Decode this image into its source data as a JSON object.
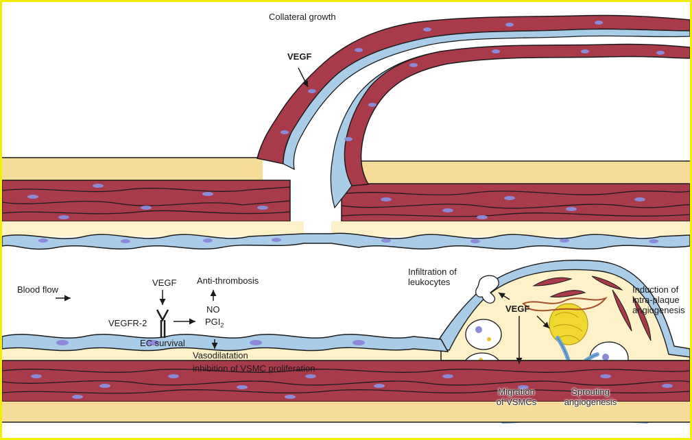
{
  "labels": {
    "collateral_growth": "Collateral growth",
    "vegf_top": "VEGF",
    "blood_flow": "Blood flow",
    "vegf_receptor_ligand": "VEGF",
    "vegfr2": "VEGFR-2",
    "anti_thrombosis": "Anti-thrombosis",
    "no": "NO",
    "pgi": "PGI",
    "pgi_sub": "2",
    "ec_survival": "EC survival",
    "vasodilatation": "Vasodilatation",
    "inhibition_vsmc": "inhibition of VSMC proliferation",
    "infiltration_line1": "Infiltration of",
    "infiltration_line2": "leukocytes",
    "vegf_plaque": "VEGF",
    "induction_line1": "Induction of",
    "induction_line2": "intra-plaque",
    "induction_line3": "angiogenesis",
    "migration_line1": "Migration",
    "migration_line2": "of VSMCs",
    "sprouting_line1": "Sprouting",
    "sprouting_line2": "angiogenesis"
  },
  "colors": {
    "frame_border": "#f2ee00",
    "adventitia": "#f5dc99",
    "intima": "#fdf1c8",
    "smooth_muscle": "#a83a4a",
    "endothelium": "#a9cde8",
    "nucleus": "#8a8ad8",
    "outline": "#1a1a1a"
  }
}
